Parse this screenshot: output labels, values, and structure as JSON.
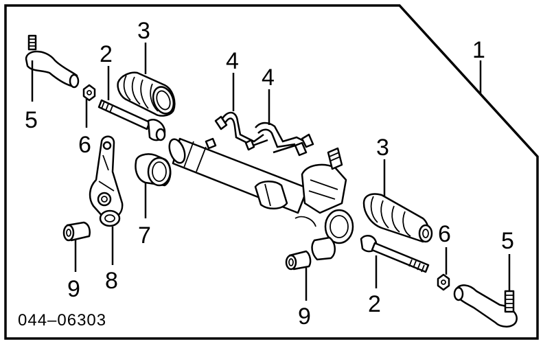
{
  "diagram": {
    "callouts": {
      "c1": "1",
      "c2a": "2",
      "c2b": "2",
      "c3a": "3",
      "c3b": "3",
      "c4a": "4",
      "c4b": "4",
      "c5a": "5",
      "c5b": "5",
      "c6a": "6",
      "c6b": "6",
      "c7": "7",
      "c8": "8",
      "c9a": "9",
      "c9b": "9"
    },
    "diagram_code": "044–06303"
  }
}
